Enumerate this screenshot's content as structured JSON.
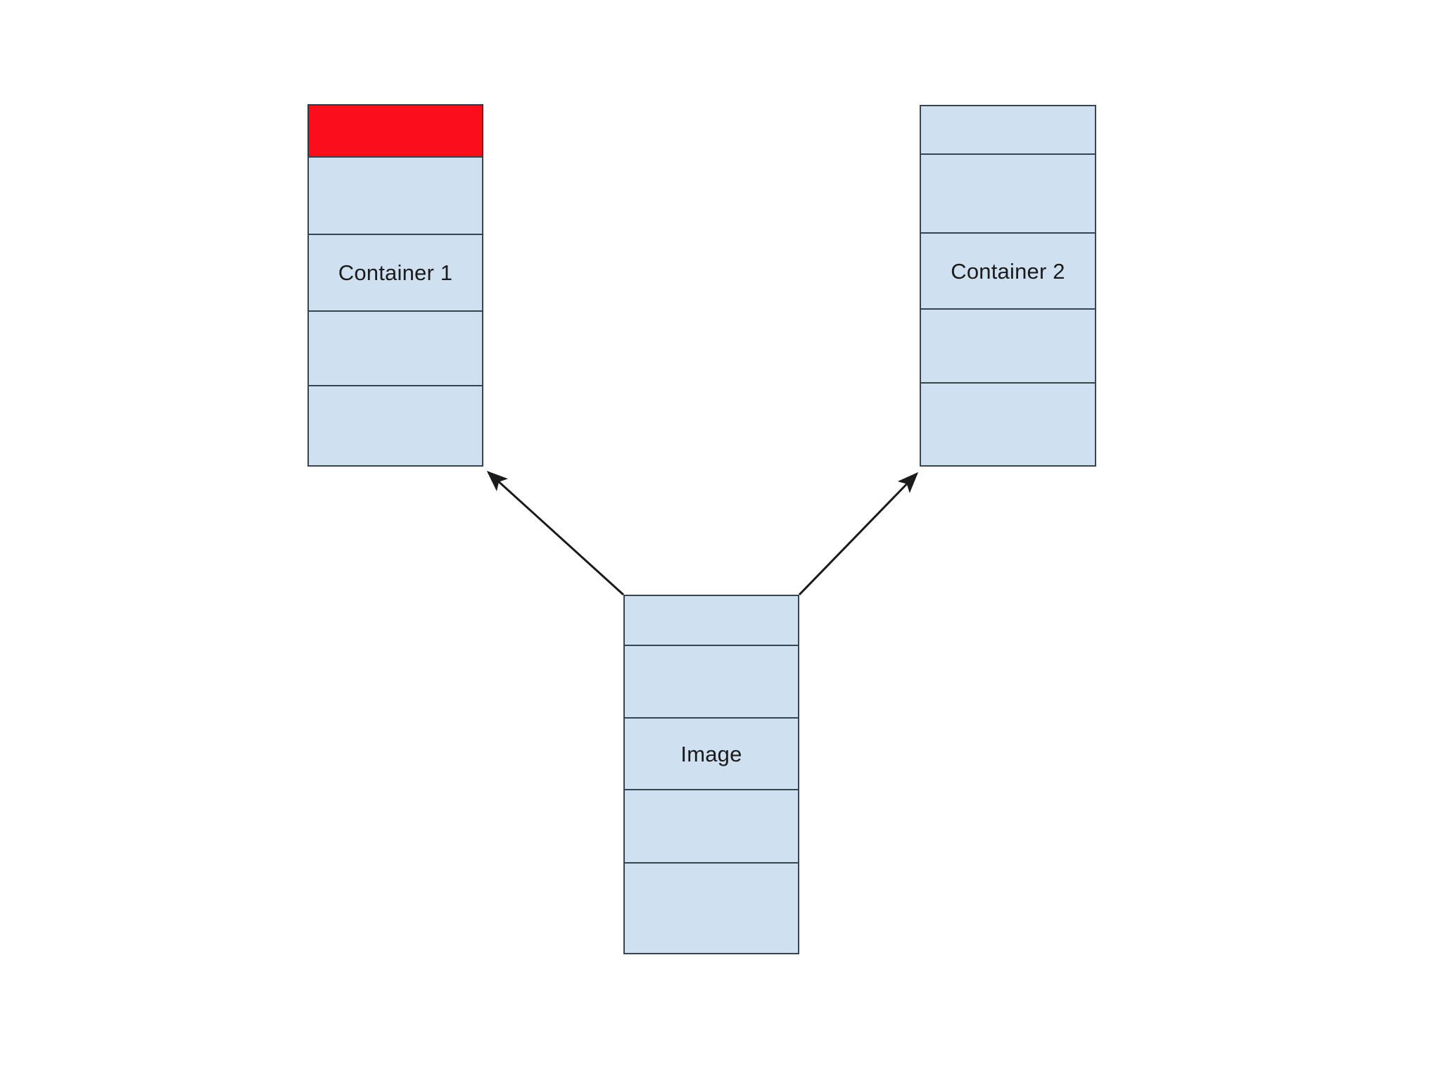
{
  "diagram": {
    "type": "block-diagram",
    "background_color": "#ffffff",
    "nodes": [
      {
        "id": "container-1",
        "label": "Container 1",
        "label_layer_index": 2,
        "layers": [
          {
            "fill": "#fc0d1b",
            "name": "layer-highlight"
          },
          {
            "fill": "#cfe0f1",
            "name": "layer"
          },
          {
            "fill": "#cfe0f1",
            "name": "layer"
          },
          {
            "fill": "#cfe0f1",
            "name": "layer"
          },
          {
            "fill": "#cfe0f1",
            "name": "layer"
          }
        ]
      },
      {
        "id": "container-2",
        "label": "Container 2",
        "label_layer_index": 2,
        "layers": [
          {
            "fill": "#cfe0f1",
            "name": "layer"
          },
          {
            "fill": "#cfe0f1",
            "name": "layer"
          },
          {
            "fill": "#cfe0f1",
            "name": "layer"
          },
          {
            "fill": "#cfe0f1",
            "name": "layer"
          },
          {
            "fill": "#cfe0f1",
            "name": "layer"
          }
        ]
      },
      {
        "id": "image",
        "label": "Image",
        "label_layer_index": 2,
        "layers": [
          {
            "fill": "#cfe0f1",
            "name": "layer"
          },
          {
            "fill": "#cfe0f1",
            "name": "layer"
          },
          {
            "fill": "#cfe0f1",
            "name": "layer"
          },
          {
            "fill": "#cfe0f1",
            "name": "layer"
          },
          {
            "fill": "#cfe0f1",
            "name": "layer"
          }
        ]
      }
    ],
    "edges": [
      {
        "id": "image-to-container-1",
        "from": "image",
        "to": "container-1",
        "arrow": "single",
        "color": "#1b1b1b"
      },
      {
        "id": "image-to-container-2",
        "from": "image",
        "to": "container-2",
        "arrow": "single",
        "color": "#1b1b1b"
      }
    ],
    "colors": {
      "layer_fill": "#cfe0f1",
      "layer_stroke": "#36454f",
      "highlight_fill": "#fc0d1b",
      "text": "#1b1b1b",
      "edge": "#1b1b1b"
    }
  }
}
